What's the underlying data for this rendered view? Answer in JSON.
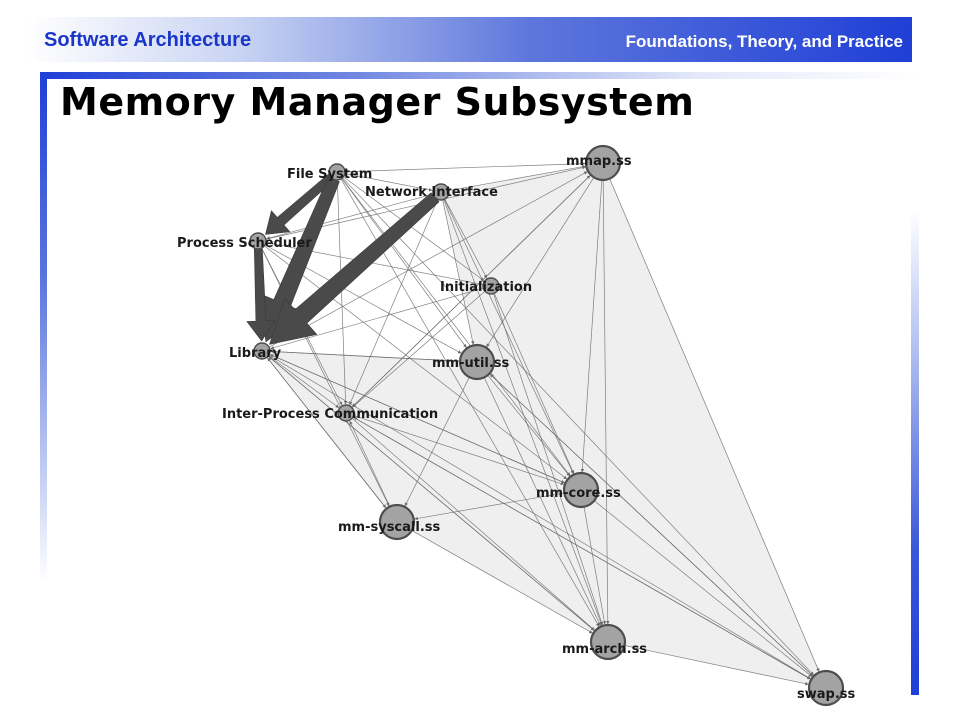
{
  "header": {
    "course": "Software Architecture",
    "subtitle": "Foundations, Theory, and Practice"
  },
  "slide": {
    "title": "Memory Manager Subsystem"
  },
  "diagram": {
    "nodes": [
      {
        "id": "file_system",
        "label": "File System",
        "size": "small"
      },
      {
        "id": "network_interface",
        "label": "Network Interface",
        "size": "small"
      },
      {
        "id": "process_scheduler",
        "label": "Process Scheduler",
        "size": "small"
      },
      {
        "id": "initialization",
        "label": "Initialization",
        "size": "small"
      },
      {
        "id": "library",
        "label": "Library",
        "size": "small"
      },
      {
        "id": "ipc",
        "label": "Inter-Process Communication",
        "size": "small"
      },
      {
        "id": "mmap",
        "label": "mmap.ss",
        "size": "large"
      },
      {
        "id": "mm_util",
        "label": "mm-util.ss",
        "size": "large"
      },
      {
        "id": "mm_core",
        "label": "mm-core.ss",
        "size": "large"
      },
      {
        "id": "mm_syscall",
        "label": "mm-syscall.ss",
        "size": "large"
      },
      {
        "id": "mm_arch",
        "label": "mm-arch.ss",
        "size": "large"
      },
      {
        "id": "swap",
        "label": "swap.ss",
        "size": "large"
      }
    ],
    "strong_edges": [
      {
        "from": "file_system",
        "to": "process_scheduler"
      },
      {
        "from": "file_system",
        "to": "library"
      },
      {
        "from": "network_interface",
        "to": "library"
      },
      {
        "from": "process_scheduler",
        "to": "library"
      }
    ],
    "edges": [
      [
        "file_system",
        "mmap"
      ],
      [
        "file_system",
        "network_interface"
      ],
      [
        "file_system",
        "initialization"
      ],
      [
        "file_system",
        "mm_util"
      ],
      [
        "file_system",
        "mm_core"
      ],
      [
        "file_system",
        "ipc"
      ],
      [
        "file_system",
        "mm_arch"
      ],
      [
        "file_system",
        "swap"
      ],
      [
        "network_interface",
        "process_scheduler"
      ],
      [
        "network_interface",
        "mmap"
      ],
      [
        "network_interface",
        "mm_util"
      ],
      [
        "network_interface",
        "mm_core"
      ],
      [
        "network_interface",
        "ipc"
      ],
      [
        "network_interface",
        "initialization"
      ],
      [
        "network_interface",
        "mm_arch"
      ],
      [
        "process_scheduler",
        "mmap"
      ],
      [
        "process_scheduler",
        "mm_util"
      ],
      [
        "process_scheduler",
        "ipc"
      ],
      [
        "process_scheduler",
        "mm_core"
      ],
      [
        "process_scheduler",
        "mm_syscall"
      ],
      [
        "process_scheduler",
        "initialization"
      ],
      [
        "initialization",
        "library"
      ],
      [
        "initialization",
        "mm_core"
      ],
      [
        "initialization",
        "ipc"
      ],
      [
        "initialization",
        "mm_arch"
      ],
      [
        "library",
        "mmap"
      ],
      [
        "library",
        "mm_util"
      ],
      [
        "library",
        "ipc"
      ],
      [
        "library",
        "mm_core"
      ],
      [
        "library",
        "mm_syscall"
      ],
      [
        "library",
        "mm_arch"
      ],
      [
        "library",
        "swap"
      ],
      [
        "ipc",
        "mm_core"
      ],
      [
        "ipc",
        "mm_arch"
      ],
      [
        "ipc",
        "swap"
      ],
      [
        "ipc",
        "mmap"
      ],
      [
        "mmap",
        "mm_util"
      ],
      [
        "mmap",
        "mm_core"
      ],
      [
        "mmap",
        "mm_arch"
      ],
      [
        "mmap",
        "swap"
      ],
      [
        "mmap",
        "ipc"
      ],
      [
        "mm_util",
        "mm_core"
      ],
      [
        "mm_util",
        "mm_arch"
      ],
      [
        "mm_util",
        "mm_syscall"
      ],
      [
        "mm_util",
        "swap"
      ],
      [
        "mm_util",
        "library"
      ],
      [
        "mm_core",
        "mm_arch"
      ],
      [
        "mm_core",
        "swap"
      ],
      [
        "mm_core",
        "mm_syscall"
      ],
      [
        "mm_core",
        "library"
      ],
      [
        "mm_syscall",
        "mm_arch"
      ],
      [
        "mm_syscall",
        "library"
      ],
      [
        "mm_syscall",
        "ipc"
      ],
      [
        "mm_arch",
        "swap"
      ],
      [
        "mm_arch",
        "library"
      ],
      [
        "swap",
        "ipc"
      ],
      [
        "swap",
        "mm_util"
      ]
    ],
    "colors": {
      "node_fill": "#a3a3a3",
      "node_stroke": "#4d4d4d",
      "edge": "#6a6a6a",
      "strong_edge": "#4a4a4a",
      "hull_fill": "#efefef"
    }
  }
}
